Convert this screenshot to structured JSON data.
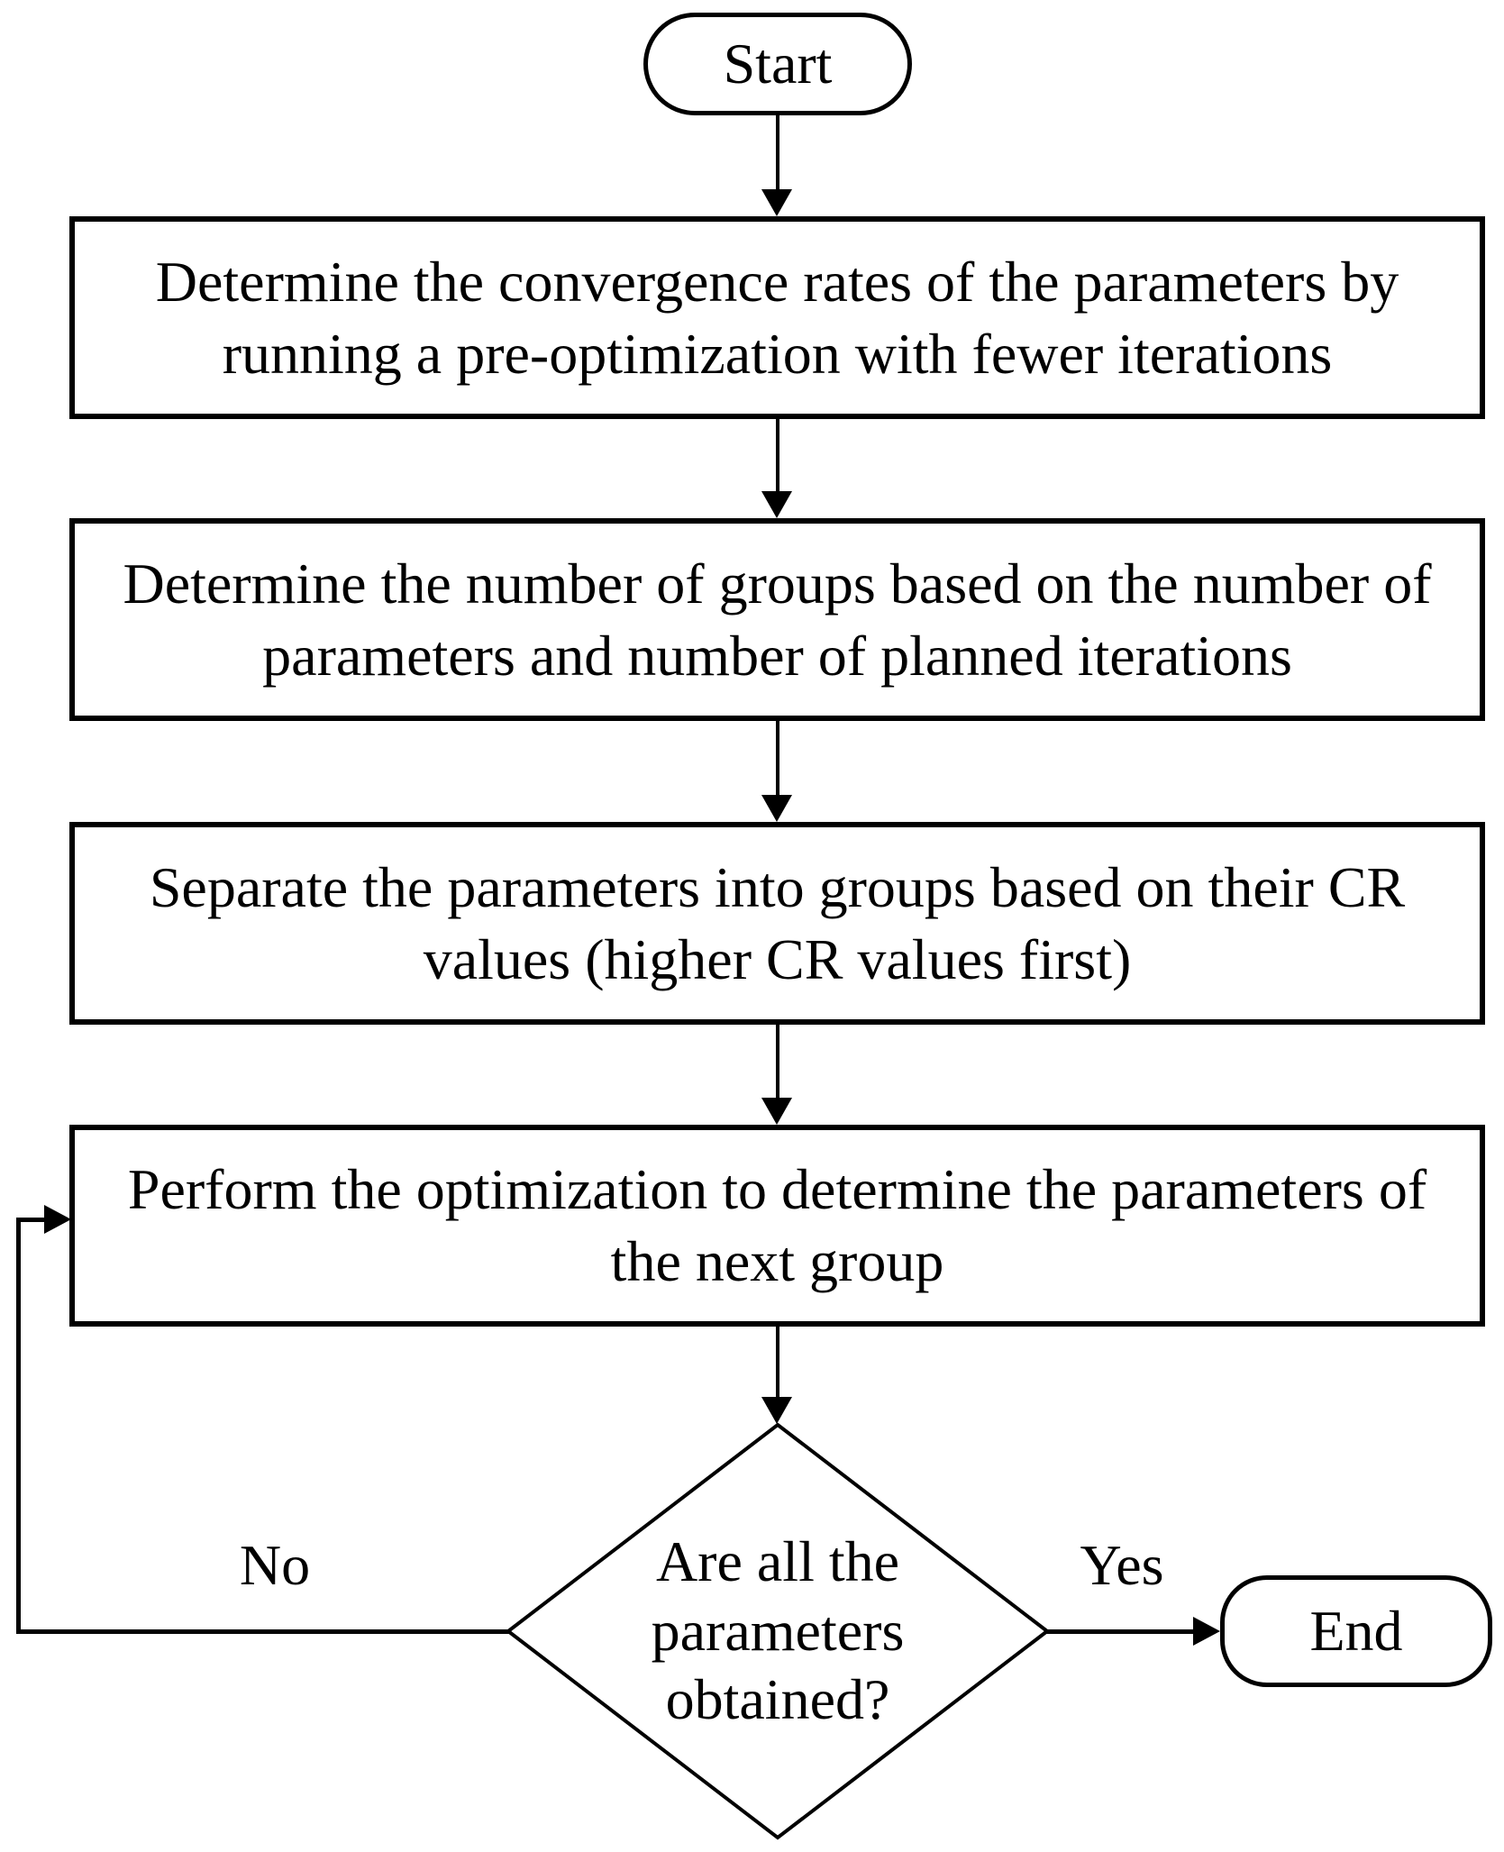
{
  "flowchart": {
    "start_label": "Start",
    "end_label": "End",
    "steps": [
      {
        "text": "Determine the convergence rates of the parameters by running a pre-optimization with fewer iterations"
      },
      {
        "text": "Determine the number of groups based on the number of parameters and number of planned iterations"
      },
      {
        "text": "Separate the parameters into groups based on their CR values (higher CR values first)"
      },
      {
        "text": "Perform the optimization to determine the parameters of the next group"
      }
    ],
    "decision": {
      "text": "Are all the parameters obtained?",
      "no_label": "No",
      "yes_label": "Yes"
    },
    "colors": {
      "stroke": "#000000",
      "fill": "#ffffff",
      "text": "#000000"
    }
  }
}
